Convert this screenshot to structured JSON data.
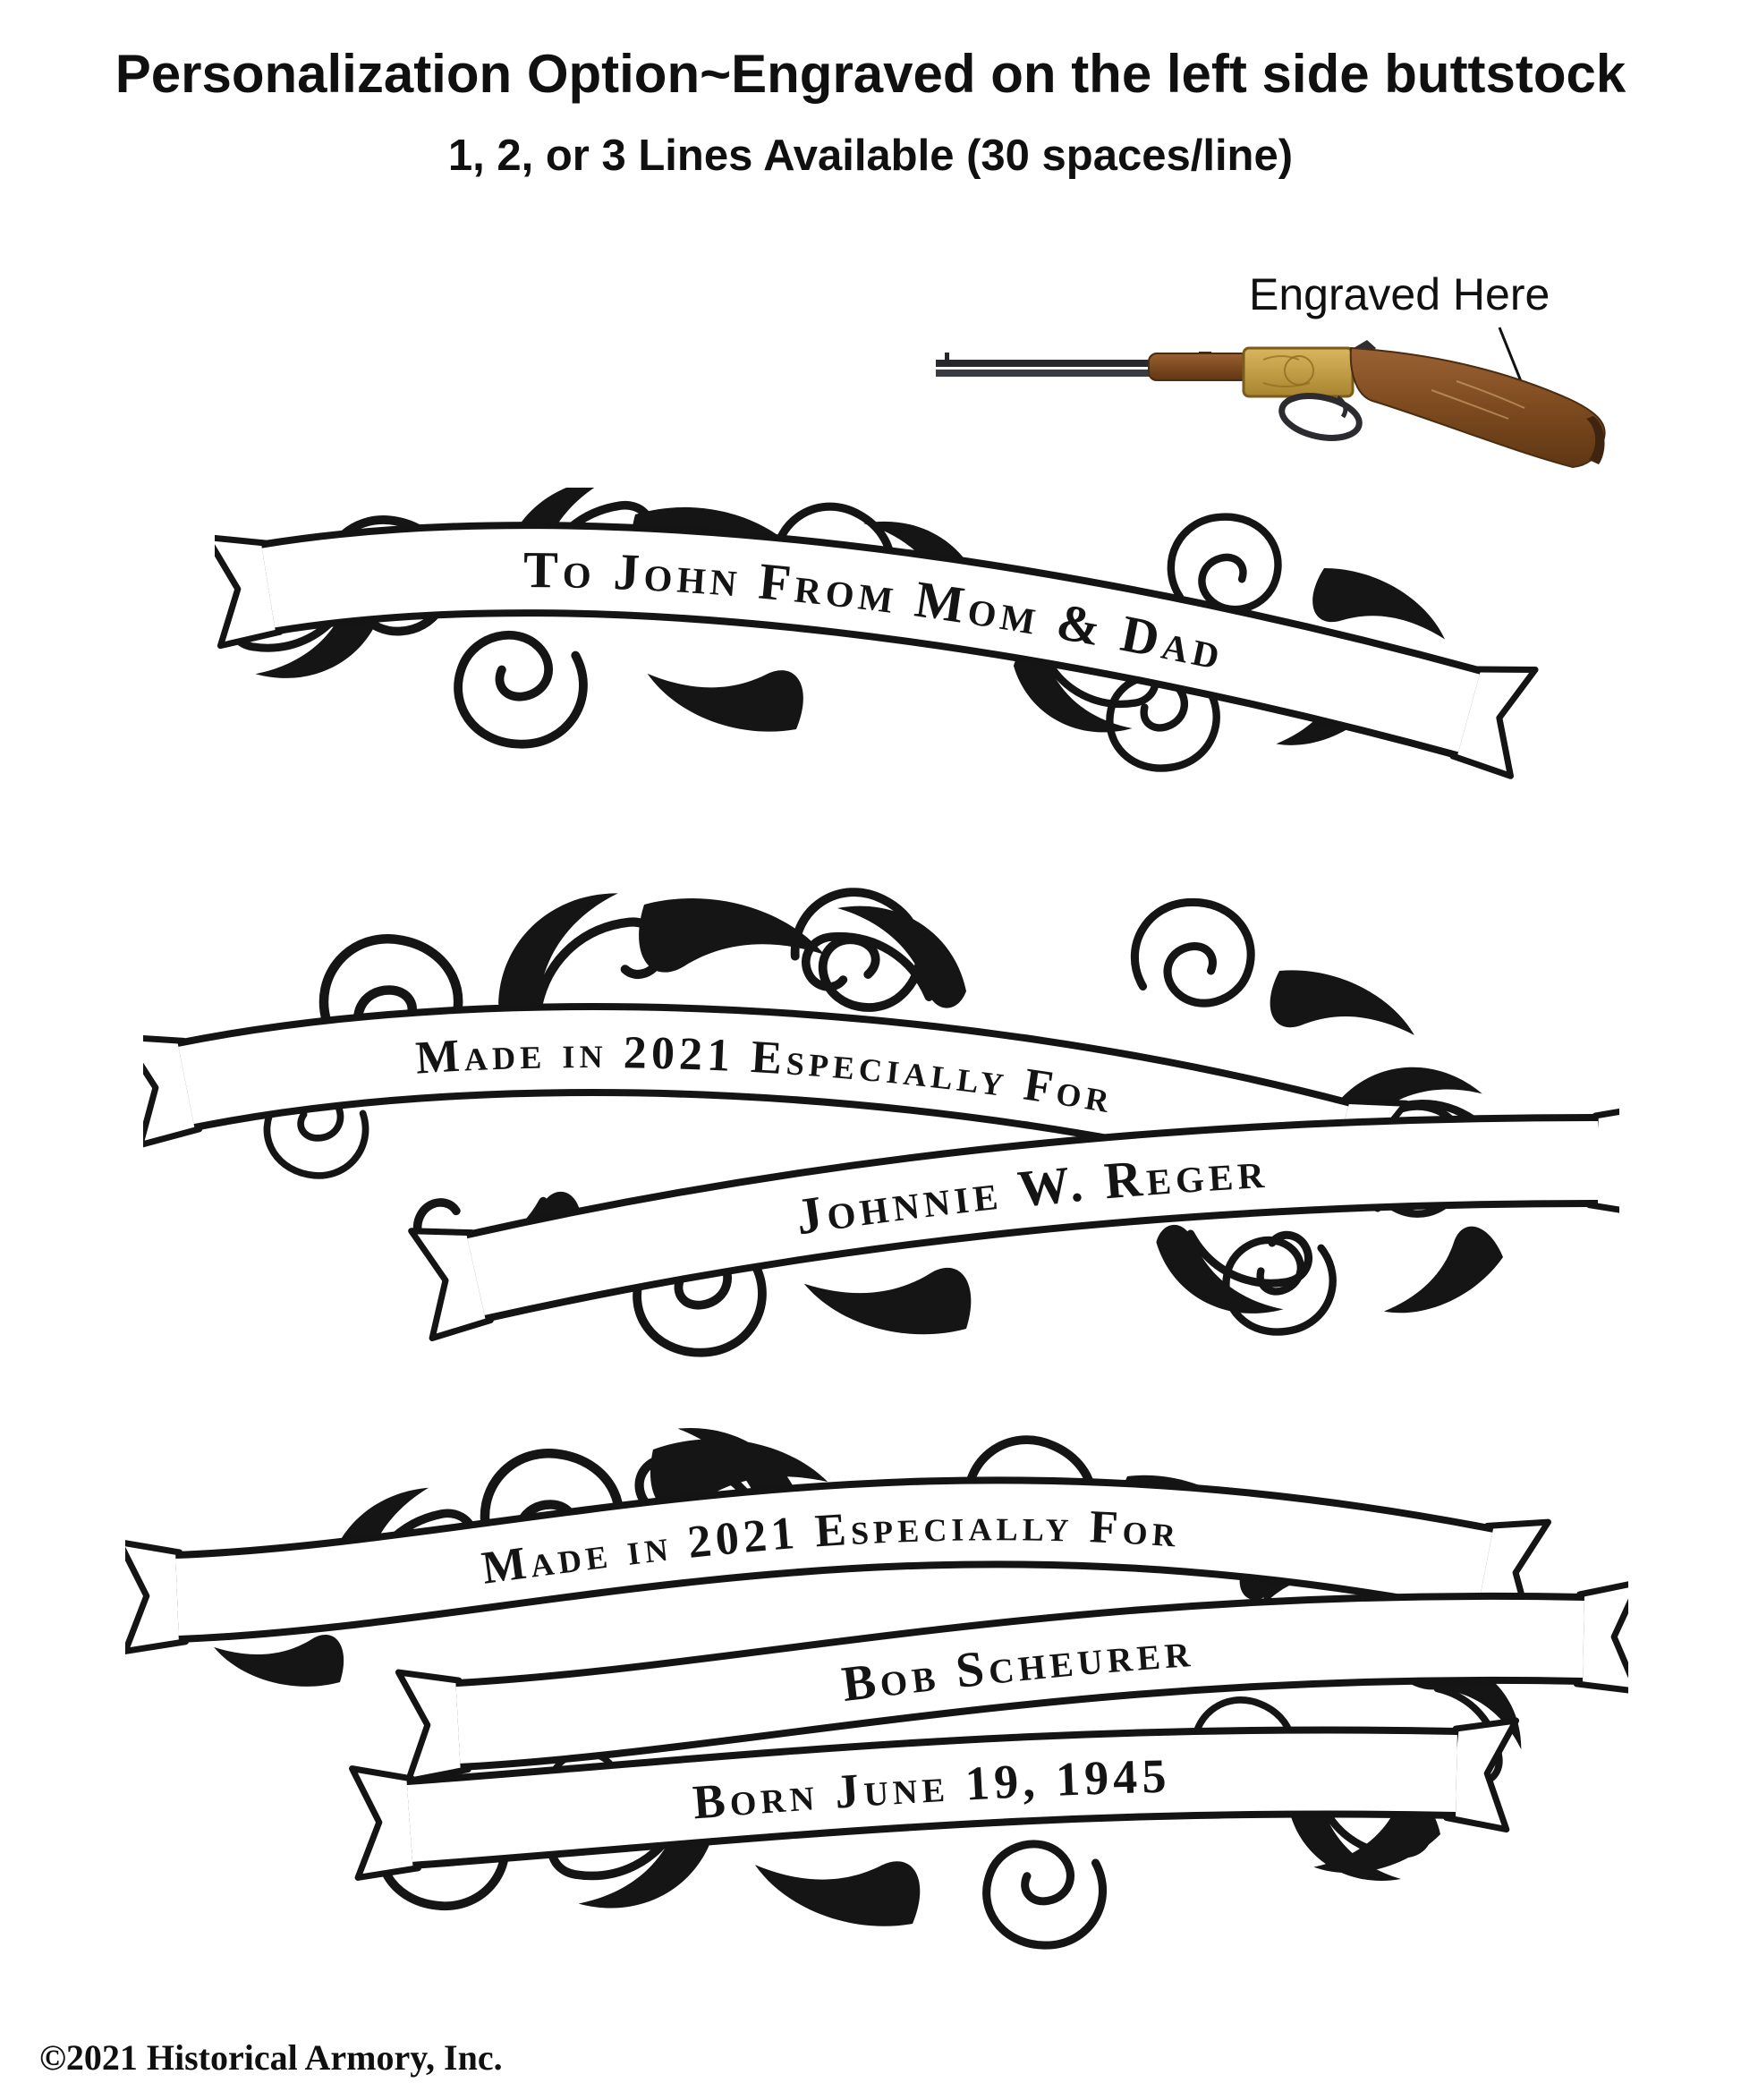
{
  "page": {
    "title": "Personalization Option~Engraved on the left side buttstock",
    "subtitle": "1, 2, or 3 Lines Available (30 spaces/line)",
    "copyright": "©2021 Historical Armory, Inc."
  },
  "callout": {
    "label": "Engraved Here"
  },
  "banners": [
    {
      "lines": [
        "To John From Mom & Dad"
      ]
    },
    {
      "lines": [
        "Made in 2021 Especially For",
        "Johnnie W. Reger"
      ]
    },
    {
      "lines": [
        "Made in 2021 Especially For",
        "Bob Scheurer",
        "Born June 19, 1945"
      ]
    }
  ],
  "colors": {
    "ink": "#141414",
    "wood_stock": "#7d4a1f",
    "brass_receiver": "#c7a147",
    "background": "#ffffff"
  }
}
